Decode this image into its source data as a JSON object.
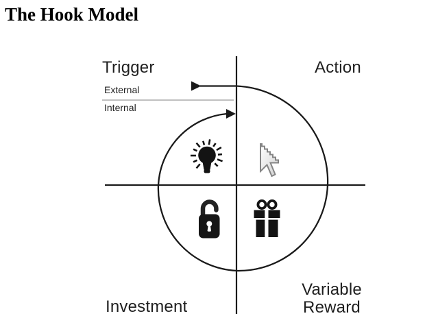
{
  "title": "The Hook Model",
  "diagram": {
    "labels": {
      "trigger": "Trigger",
      "action": "Action",
      "external": "External",
      "internal": "Internal",
      "investment": "Investment",
      "variable_reward_line1": "Variable",
      "variable_reward_line2": "Reward"
    },
    "icons": {
      "trigger": "lightbulb-icon",
      "action": "cursor-icon",
      "variable_reward": "gift-icon",
      "investment": "unlock-icon"
    },
    "colors": {
      "ink": "#1a1a1a",
      "divider_line": "#9a9a9a",
      "cursor_border": "#858585",
      "cursor_fill": "#f4f4f4",
      "background": "#ffffff"
    }
  }
}
